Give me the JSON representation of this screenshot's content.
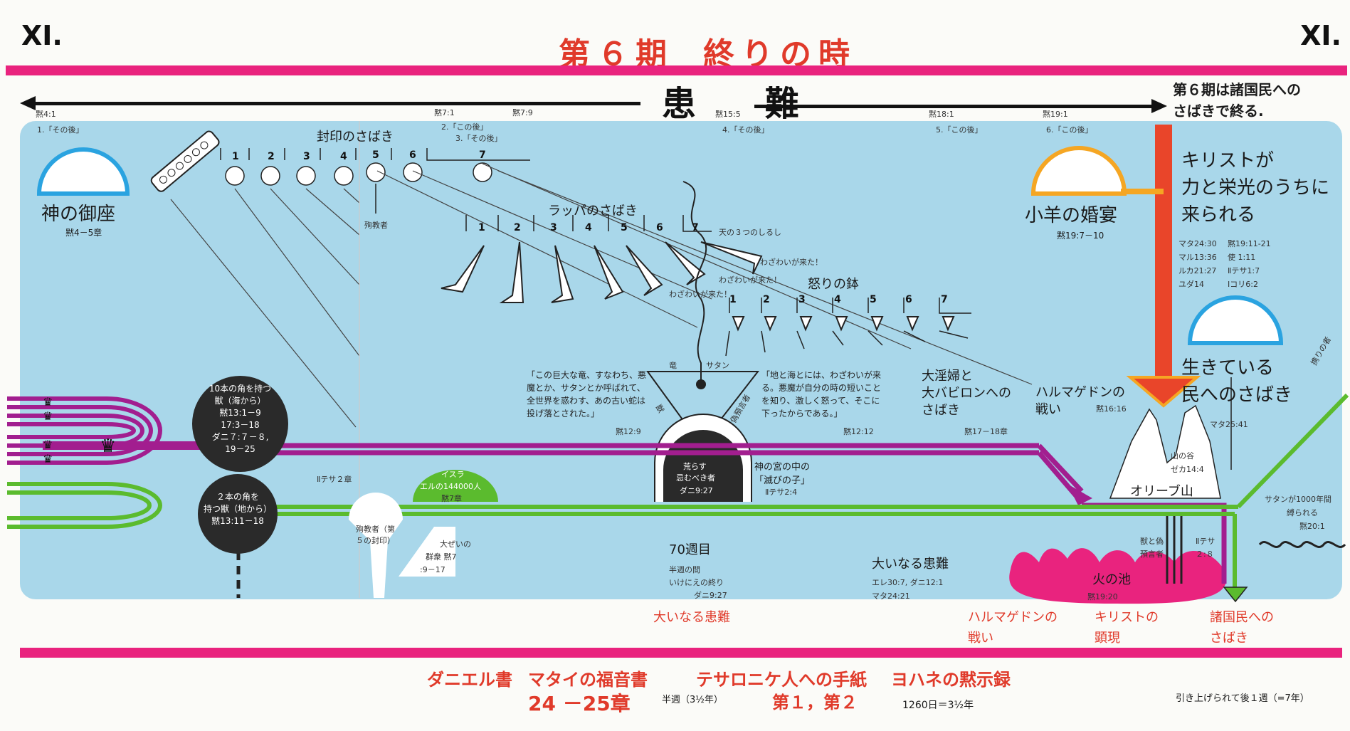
{
  "header": {
    "page_mark_left": "XI.",
    "page_mark_right": "XI.",
    "title_part1": "第６期",
    "title_part2": "終りの時",
    "tribulation": "患 難",
    "period6_note_line1": "第６期は諸国民への",
    "period6_note_line2": "さばきで終る."
  },
  "timeline_refs": {
    "r1": "黙4:1",
    "r2": "黙7:1",
    "r3": "黙7:9",
    "r4": "黙15:5",
    "r5": "黙18:1",
    "r6": "黙19:1"
  },
  "after_this": {
    "a1": "1.「その後」",
    "a2": "2.「この後」",
    "a3": "3.「その後」",
    "a4": "4.「その後」",
    "a5": "5.「この後」",
    "a6": "6.「この後」"
  },
  "throne": {
    "label": "神の御座",
    "ref": "黙4－5章"
  },
  "seals": {
    "label": "封印のさばき",
    "numbers": [
      "1",
      "2",
      "3",
      "4",
      "5",
      "6",
      "7"
    ],
    "martyrs": "殉教者"
  },
  "trumpets": {
    "label": "ラッパのさばき",
    "numbers": [
      "1",
      "2",
      "3",
      "4",
      "5",
      "6",
      "7"
    ],
    "woe1": "わざわいが来た！",
    "woe2": "わざわいが来た！",
    "woe3": "わざわいが来た！",
    "three_signs": "天の３つのしるし"
  },
  "bowls": {
    "label": "怒りの鉢",
    "numbers": [
      "1",
      "2",
      "3",
      "4",
      "5",
      "6",
      "7"
    ]
  },
  "wedding": {
    "label": "小羊の婚宴",
    "ref": "黙19:7－10"
  },
  "christ_coming": {
    "line1": "キリストが",
    "line2": "力と栄光のうちに",
    "line3": "来られる",
    "refs": [
      "マタ24:30",
      "黙19:11-21",
      "マル13:36",
      "使 1:11",
      "ルカ21:27",
      "Ⅱテサ1:7",
      "ユダ14",
      "Ⅰコリ6:2"
    ]
  },
  "living_judgment": {
    "line1": "生きている",
    "line2": "民へのさばき",
    "ref": "マタ25:41",
    "rapture_side": "携りの者"
  },
  "dragon": {
    "quote": "「この巨大な竜、すなわち、悪魔とか、サタンとか呼ばれて、全世界を惑わす、あの古い蛇は投げ落とされた。」",
    "ref": "黙12:9",
    "label_dragon": "竜",
    "label_satan": "サタン",
    "label_beast": "獣",
    "label_false_prophet": "偽預言者"
  },
  "earth_sea": {
    "quote": "「地と海とには、わざわいが来る。悪魔が自分の時の短いことを知り、激しく怒って、そこに下ったからである。」",
    "ref": "黙12:12"
  },
  "babylon": {
    "line1": "大淫婦と",
    "line2": "大バビロンへの",
    "line3": "さばき",
    "ref": "黙17－18章"
  },
  "armageddon": {
    "line1": "ハルマゲドンの",
    "line2": "戦い",
    "ref": "黙16:16"
  },
  "beast_sea": {
    "lines": [
      "10本の角を持つ",
      "獣（海から）",
      "黙13:1－9",
      "17:3－18",
      "ダニ７:７－８,",
      "19－25"
    ]
  },
  "beast_land": {
    "lines": [
      "２本の角を",
      "持つ獣（地から）",
      "黙13:11－18"
    ]
  },
  "thess_ref": "Ⅱテサ２章",
  "israel": {
    "line1": "イスラ",
    "line2": "エルの144000人",
    "ref": "黙7章"
  },
  "temple": {
    "desolator_l1": "荒らす",
    "desolator_l2": "忌むべき者",
    "desolator_ref": "ダニ9:27",
    "son_line1": "神の宮の中の",
    "son_line2": "「滅びの子」",
    "son_ref": "Ⅱテサ2:4"
  },
  "martyrs_5th": "殉教者（第５の封印）",
  "multitude": {
    "line1": "大ぜいの",
    "line2": "群衆 黙7",
    "line3": ":9－17"
  },
  "week70": {
    "label": "70週目",
    "note1": "半週の間",
    "note2": "いけにえの終り",
    "ref": "ダニ9:27"
  },
  "great_tribulation_center": {
    "label": "大いなる患難",
    "refs1": "エレ30:7, ダニ12:1",
    "refs2": "マタ24:21"
  },
  "olives": {
    "valley": "山の谷",
    "zech": "ゼカ14:4",
    "label": "オリーブ山"
  },
  "satan_bound": {
    "line1": "サタンが1000年間",
    "line2": "縛られる",
    "ref": "黙20:1"
  },
  "lake_fire": {
    "label": "火の池",
    "ref": "黙19:20",
    "beast": "獣と偽",
    "prophet": "預言者",
    "thess": "Ⅱテサ",
    "thess2": "２:８"
  },
  "bottom_labels": {
    "great_trib": "大いなる患難",
    "armageddon_l1": "ハルマゲドンの",
    "armageddon_l2": "戦い",
    "appearance_l1": "キリストの",
    "appearance_l2": "顕現",
    "nations_l1": "諸国民への",
    "nations_l2": "さばき"
  },
  "footer": {
    "daniel": "ダニエル書",
    "matthew": "マタイの福音書",
    "matthew_ch": "24 －25章",
    "half_week": "半週（3½年）",
    "thess": "テサロニケ人への手紙",
    "thess_nums": "第１，第２",
    "revelation": "ヨハネの黙示録",
    "days": "1260日＝3½年",
    "raptured": "引き上げられて後１週（=7年）"
  }
}
